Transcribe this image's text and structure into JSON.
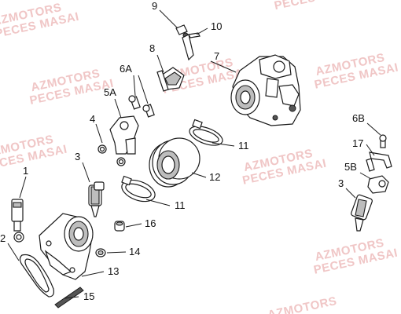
{
  "watermark": {
    "line1": "AZMOTORS",
    "line2": "PECES MASAI"
  },
  "labels": {
    "p1": "1",
    "p2": "2",
    "p3a": "3",
    "p3b": "3",
    "p4": "4",
    "p5a": "5A",
    "p5b": "5B",
    "p6a": "6A",
    "p6b": "6B",
    "p7": "7",
    "p8": "8",
    "p9": "9",
    "p10": "10",
    "p11a": "11",
    "p11b": "11",
    "p12": "12",
    "p13": "13",
    "p14": "14",
    "p15": "15",
    "p16": "16",
    "p17": "17"
  }
}
